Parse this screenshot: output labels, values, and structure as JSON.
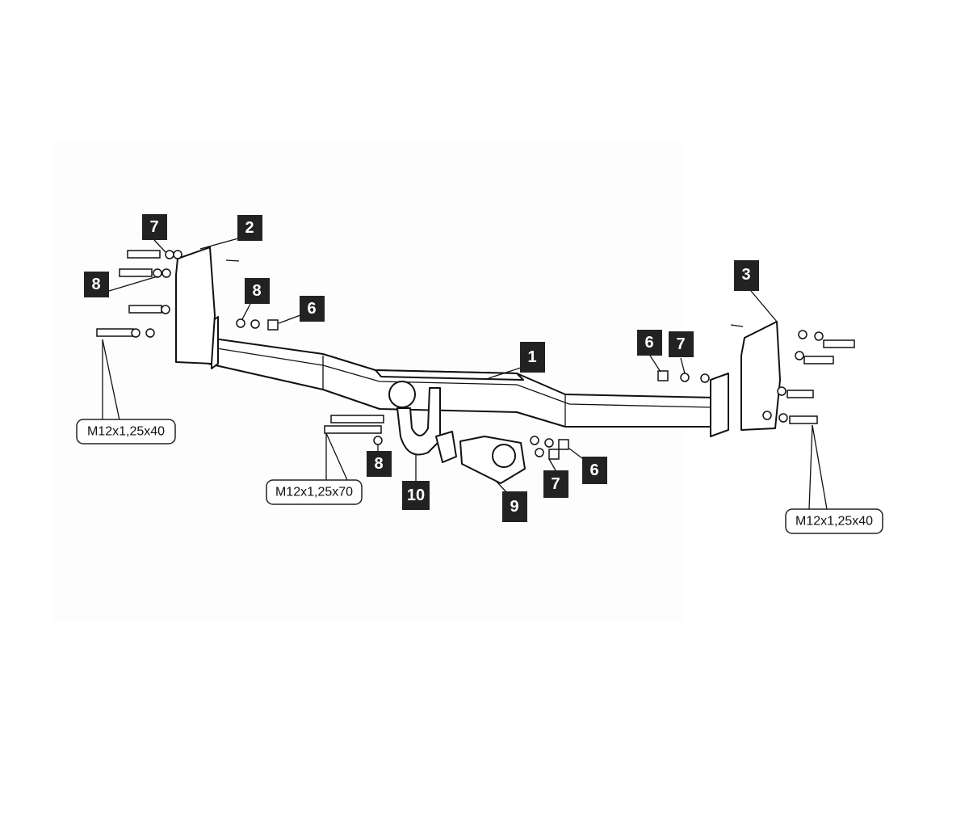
{
  "diagram": {
    "part_tags": [
      "7",
      "2",
      "8",
      "8",
      "6",
      "3",
      "1",
      "6",
      "7",
      "8",
      "10",
      "9",
      "7",
      "6"
    ],
    "bolt_specs": [
      "M12x1,25x40",
      "M12x1,25x70",
      "M12x1,25x40"
    ]
  }
}
